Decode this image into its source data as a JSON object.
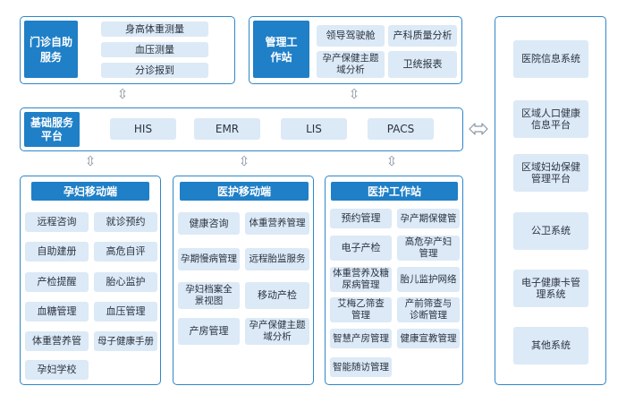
{
  "colors": {
    "accent": "#1f7fc7",
    "panel_border": "#2f86c8",
    "box_fill": "#dce9f6",
    "arrow": "#8a96a3"
  },
  "self_service": {
    "header": "门诊自助服务",
    "items": [
      "身高体重测量",
      "血压测量",
      "分诊报到"
    ]
  },
  "management": {
    "header": "管理工作站",
    "items": [
      "领导驾驶舱",
      "产科质量分析",
      "孕产保健主题域分析",
      "卫统报表"
    ]
  },
  "platform": {
    "header": "基础服务平台",
    "items": [
      "HIS",
      "EMR",
      "LIS",
      "PACS"
    ]
  },
  "pregnant_mobile": {
    "header": "孕妇移动端",
    "items": [
      "远程咨询",
      "就诊预约",
      "自助建册",
      "高危自评",
      "产检提醒",
      "胎心监护",
      "血糖管理",
      "血压管理",
      "体重营养管",
      "母子健康手册",
      "孕妇学校"
    ]
  },
  "medical_mobile": {
    "header": "医护移动端",
    "items": [
      "健康咨询",
      "体重营养管理",
      "孕期慢病管理",
      "远程胎监服务",
      "孕妇档案全景视图",
      "移动产检",
      "产房管理",
      "孕产保健主题域分析"
    ]
  },
  "medical_station": {
    "header": "医护工作站",
    "items": [
      "预约管理",
      "孕产期保健管",
      "电子产检",
      "高危孕产妇管理",
      "体重营养及糖尿病管理",
      "胎儿监护网络",
      "艾梅乙筛查管理",
      "产前筛查与诊断管理",
      "智慧产房管理",
      "健康宣教管理",
      "智能随访管理"
    ]
  },
  "external_systems": [
    "医院信息系统",
    "区域人口健康信息平台",
    "区域妇幼保健管理平台",
    "公卫系统",
    "电子健康卡管理系统",
    "其他系统"
  ],
  "icons": {
    "vertical_arrow": "up-down-arrow-icon",
    "horizontal_arrow": "left-right-arrow-icon"
  }
}
